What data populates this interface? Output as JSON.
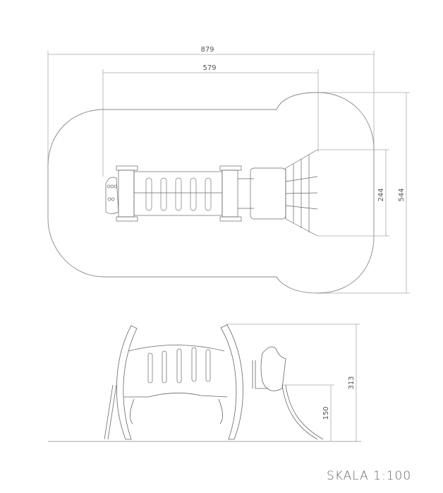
{
  "plan_view": {
    "dim_overall_length": "879",
    "dim_equipment_length": "579",
    "dim_equipment_width": "244",
    "dim_overall_width": "544"
  },
  "elevation_view": {
    "dim_height": "313",
    "dim_platform_height": "150"
  },
  "scale_label": "SKALA 1:100",
  "colors": {
    "line": "#555555",
    "dim_line": "#999999"
  }
}
